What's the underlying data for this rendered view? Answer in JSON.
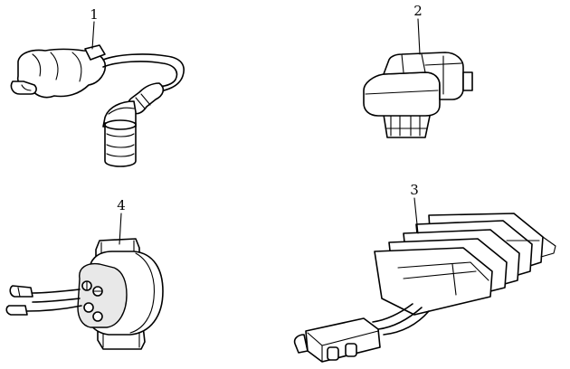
{
  "parts": [
    {
      "number": "1",
      "icon": "ignition-coil-icon"
    },
    {
      "number": "2",
      "icon": "relay-icon"
    },
    {
      "number": "3",
      "icon": "regulator-rectifier-icon"
    },
    {
      "number": "4",
      "icon": "cdi-unit-icon"
    }
  ]
}
